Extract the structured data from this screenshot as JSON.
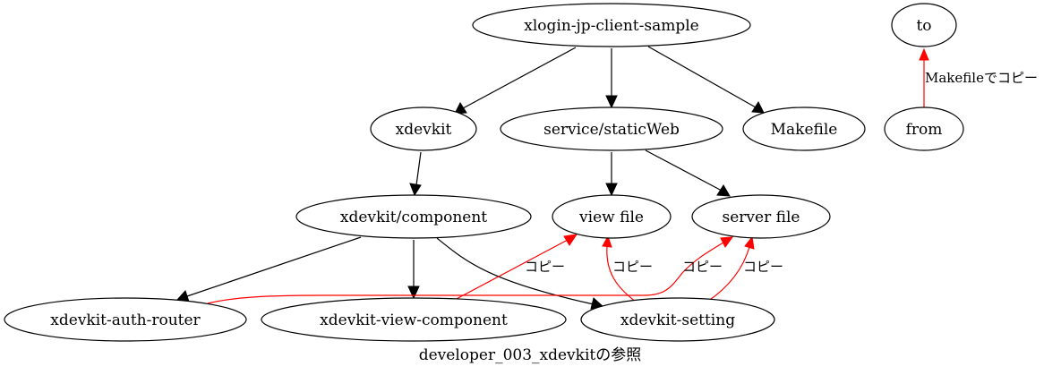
{
  "caption": "developer_003_xdevkitの参照",
  "colors": {
    "copy_edge": "#ff0000",
    "structure_edge": "#000000"
  },
  "nodes": {
    "xlogin": "xlogin-jp-client-sample",
    "to": "to",
    "xdevkit": "xdevkit",
    "static_web": "service/staticWeb",
    "makefile": "Makefile",
    "from": "from",
    "component": "xdevkit/component",
    "view_file": "view file",
    "server_file": "server file",
    "auth_router": "xdevkit-auth-router",
    "view_component": "xdevkit-view-component",
    "setting": "xdevkit-setting"
  },
  "edge_labels": {
    "legend": "Makefileでコピー",
    "copy": "コピー"
  },
  "edges": [
    {
      "from": "xlogin",
      "to": "xdevkit",
      "kind": "structure"
    },
    {
      "from": "xlogin",
      "to": "static_web",
      "kind": "structure"
    },
    {
      "from": "xlogin",
      "to": "makefile",
      "kind": "structure"
    },
    {
      "from": "xdevkit",
      "to": "component",
      "kind": "structure"
    },
    {
      "from": "static_web",
      "to": "view_file",
      "kind": "structure"
    },
    {
      "from": "static_web",
      "to": "server_file",
      "kind": "structure"
    },
    {
      "from": "component",
      "to": "auth_router",
      "kind": "structure"
    },
    {
      "from": "component",
      "to": "view_component",
      "kind": "structure"
    },
    {
      "from": "component",
      "to": "setting",
      "kind": "structure"
    },
    {
      "from": "from",
      "to": "to",
      "kind": "copy",
      "label": "Makefileでコピー"
    },
    {
      "from": "view_component",
      "to": "view_file",
      "kind": "copy",
      "label": "コピー"
    },
    {
      "from": "auth_router",
      "to": "server_file",
      "kind": "copy",
      "label": "コピー"
    },
    {
      "from": "setting",
      "to": "view_file",
      "kind": "copy",
      "label": "コピー"
    },
    {
      "from": "setting",
      "to": "server_file",
      "kind": "copy",
      "label": "コピー"
    }
  ]
}
